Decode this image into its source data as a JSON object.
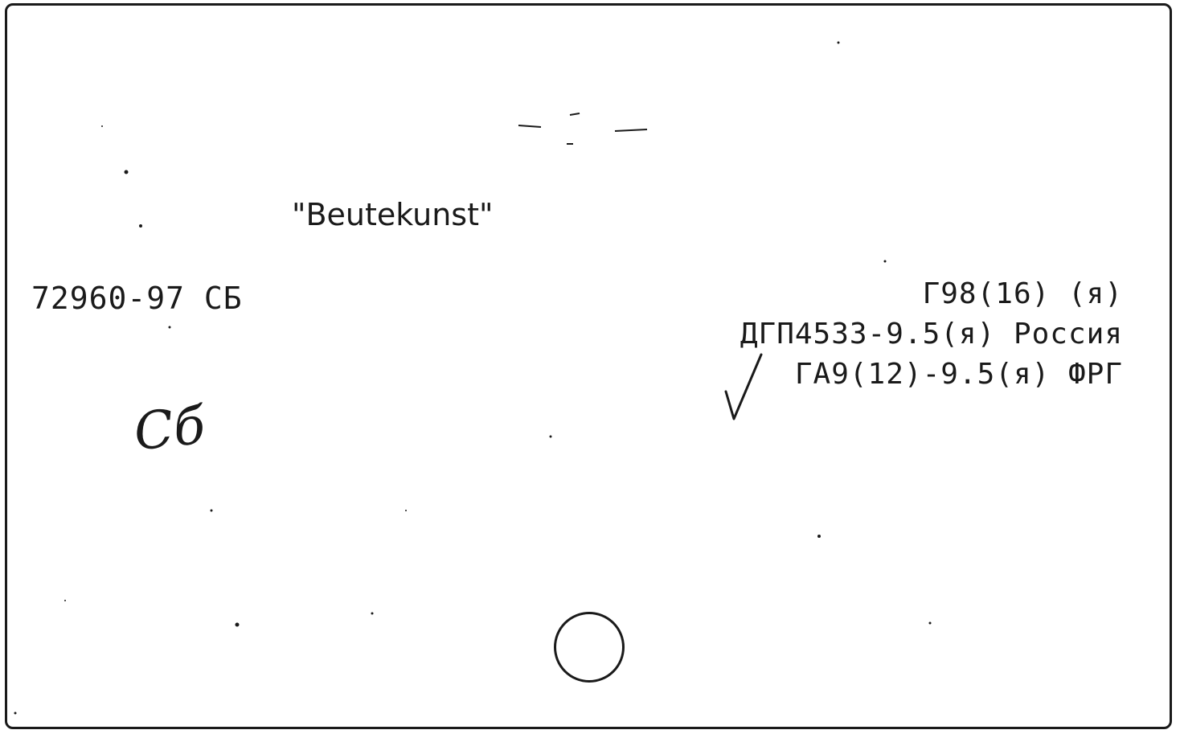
{
  "card": {
    "title": "\"Beutekunst\"",
    "accession": "72960-97  СБ",
    "handwritten_mark": "Сб",
    "classification": [
      "Г98(16) (я)",
      "ДГП4533-9.5(я) Россия",
      "ГА9(12)-9.5(я) ФРГ"
    ]
  }
}
